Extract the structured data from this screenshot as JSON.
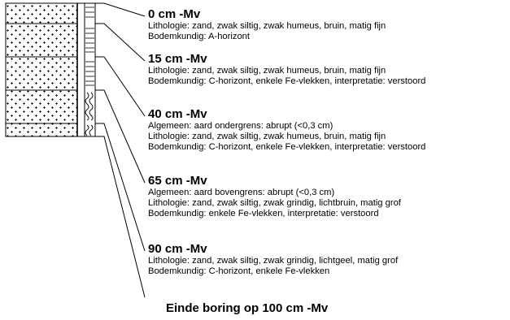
{
  "layers": [
    {
      "depth": "0 cm -Mv",
      "lines": [
        "Lithologie: zand, zwak siltig, zwak humeus, bruin, matig fijn",
        "Bodemkundig: A-horizont"
      ]
    },
    {
      "depth": "15 cm -Mv",
      "lines": [
        "Lithologie: zand, zwak siltig, zwak humeus, bruin, matig fijn",
        "Bodemkundig: C-horizont, enkele Fe-vlekken, interpretatie: verstoord"
      ]
    },
    {
      "depth": "40 cm -Mv",
      "lines": [
        "Algemeen: aard ondergrens: abrupt (<0,3 cm)",
        "Lithologie: zand, zwak siltig, zwak humeus, bruin, matig fijn",
        "Bodemkundig: C-horizont, enkele Fe-vlekken, interpretatie: verstoord"
      ]
    },
    {
      "depth": "65 cm -Mv",
      "lines": [
        "Algemeen: aard bovengrens: abrupt (<0,3 cm)",
        "Lithologie: zand, zwak siltig, zwak grindig, lichtbruin, matig grof",
        "Bodemkundig: enkele Fe-vlekken, interpretatie: verstoord"
      ]
    },
    {
      "depth": "90 cm -Mv",
      "lines": [
        "Lithologie: zand, zwak siltig, zwak grindig, lichtgeel, matig grof",
        "Bodemkundig: C-horizont, enkele Fe-vlekken"
      ]
    }
  ],
  "end_label": "Einde boring op 100 cm -Mv"
}
